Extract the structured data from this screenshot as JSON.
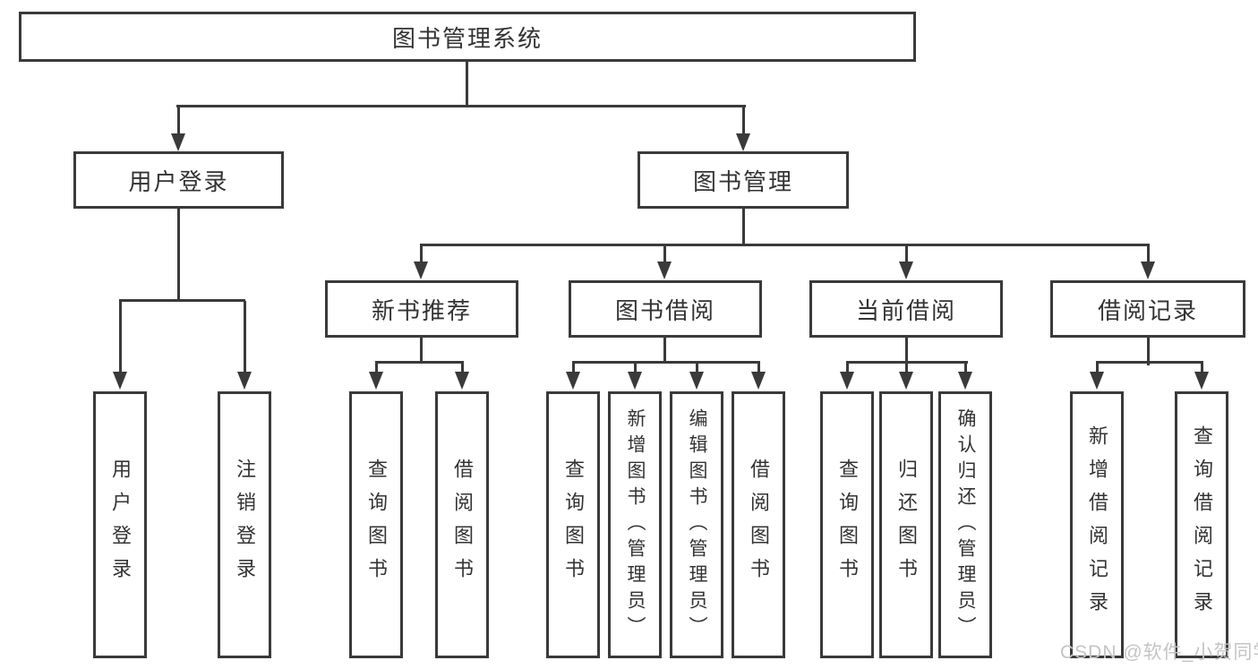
{
  "diagram": {
    "root": {
      "label": "图书管理系统"
    },
    "level2": [
      {
        "label": "用户登录"
      },
      {
        "label": "图书管理"
      }
    ],
    "level3": [
      {
        "label": "新书推荐"
      },
      {
        "label": "图书借阅"
      },
      {
        "label": "当前借阅"
      },
      {
        "label": "借阅记录"
      }
    ],
    "leaves": {
      "user_login": [
        "用户登录",
        "注销登录"
      ],
      "new_book": [
        "查询图书",
        "借阅图书"
      ],
      "book_borrow": [
        "查询图书",
        "新增图书（管理员）",
        "编辑图书（管理员）",
        "借阅图书"
      ],
      "current_borrow": [
        "查询图书",
        "归还图书",
        "确认归还（管理员）"
      ],
      "borrow_record": [
        "新增借阅记录",
        "查询借阅记录"
      ]
    }
  },
  "watermark": "CSDN @软件_小贺同学",
  "colors": {
    "line": "#3a3a3a",
    "text": "#333333",
    "watermark": "#c4c4c4",
    "background": "#ffffff"
  }
}
